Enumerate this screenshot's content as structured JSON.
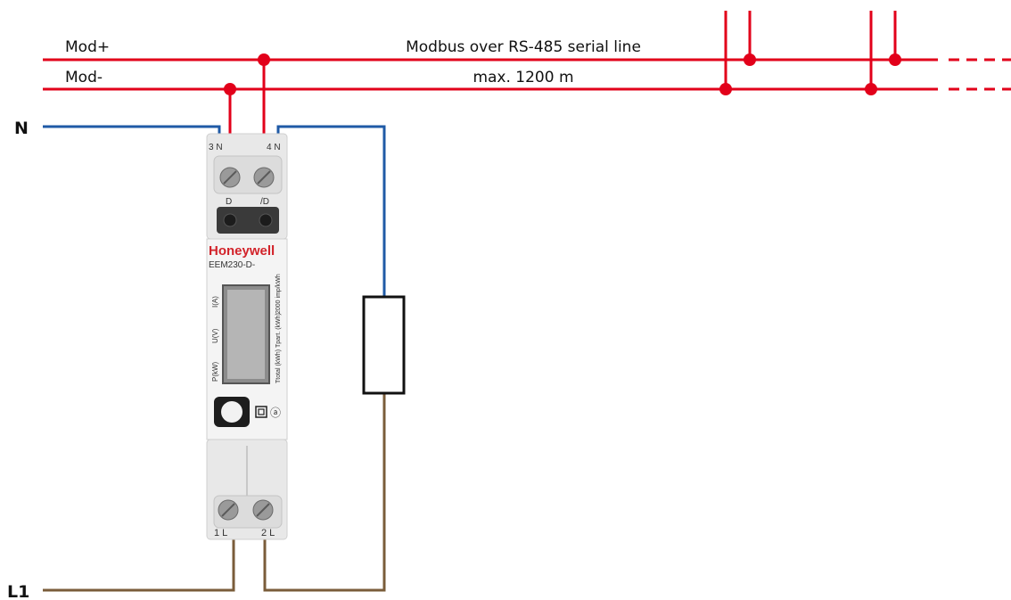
{
  "labels": {
    "mod_plus": "Mod+",
    "mod_minus": "Mod-",
    "bus_title": "Modbus over RS-485 serial line",
    "bus_length": "max. 1200 m",
    "neutral": "N",
    "line": "L1"
  },
  "meter": {
    "brand": "Honeywell",
    "model": "EEM230-D-",
    "terminal_top_left": "3 N",
    "terminal_top_right": "4 N",
    "data_left": "D",
    "data_right": "/D",
    "terminal_bottom_left": "1 L",
    "terminal_bottom_right": "2 L",
    "display_left": [
      "I(A)",
      "U(V)",
      "P(kW)"
    ],
    "display_right": [
      "2000 imp/kWh",
      "Tpart. (kWh)",
      "Ttotal (kWh)"
    ],
    "ring_icon_text": "ⓐ"
  },
  "colors": {
    "modbus": "#e2001a",
    "neutral": "#1f5aa6",
    "line": "#7a5c3a",
    "brand": "#d2232a"
  }
}
